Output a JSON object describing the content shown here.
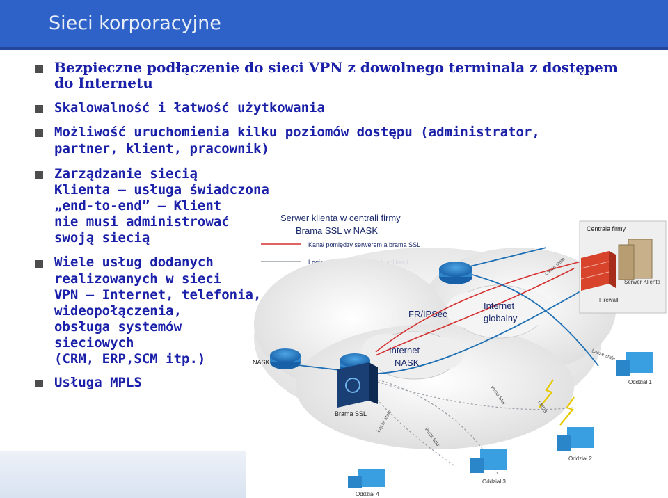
{
  "slide": {
    "title": "Sieci korporacyjne",
    "bullets": [
      {
        "lines": [
          "Bezpieczne podłączenie do sieci VPN z dowolnego terminala z dostępem",
          "do Internetu"
        ]
      },
      {
        "lines": [
          "Skalowalność i łatwość użytkowania"
        ]
      },
      {
        "lines": [
          "Możliwość uruchomienia kilku poziomów dostępu (administrator,",
          "partner, klient, pracownik)"
        ]
      },
      {
        "lines": [
          "Zarządzanie siecią",
          "Klienta – usługa świadczona",
          "„end-to-end” – Klient",
          "nie musi administrować",
          "swoją siecią"
        ]
      },
      {
        "lines": [
          "Wiele usług dodanych",
          "realizowanych w sieci",
          "VPN – Internet, telefonia,",
          "wideopołączenia,",
          "obsługa systemów",
          "sieciowych",
          "(CRM, ERP,SCM itp.)"
        ]
      },
      {
        "lines": [
          "Usługa MPLS"
        ]
      }
    ]
  },
  "diagram": {
    "legend_title_1": "Serwer klienta w centrali firmy",
    "legend_title_2": "Brama SSL w NASK",
    "legend_red": "Kanał pomiędzy serwerem a bramą SSL",
    "legend_gray": "Logiczny dostęp do danych aplikacji",
    "centrala": "Centrala firmy",
    "serwer_klienta": "Serwer Klienta",
    "firewall": "Firewall",
    "internet_globalny_1": "Internet",
    "internet_globalny_2": "globalny",
    "fr_ipsec": "FR/IPSec",
    "internet_nask_1": "Internet",
    "internet_nask_2": "NASK",
    "nask": "NASK",
    "brama_ssl": "Brama SSL",
    "lacze_stale_1": "Łącze stałe",
    "lacze_stale_2": "Łącze stałe",
    "lacze_stale_3": "Łącze stałe",
    "vecta_star_1": "Vecta Star",
    "vecta_star_2": "Vecta Star",
    "lmds": "LMDS",
    "oddzial_1": "Oddział 1",
    "oddzial_2": "Oddział 2",
    "oddzial_3": "Oddział 3",
    "oddzial_4": "Oddział 4",
    "colors": {
      "title_bar": "#2e62c8",
      "bullet_text": "#1a20a8",
      "link_red": "#d43030",
      "link_blue": "#1d6fb5"
    }
  }
}
